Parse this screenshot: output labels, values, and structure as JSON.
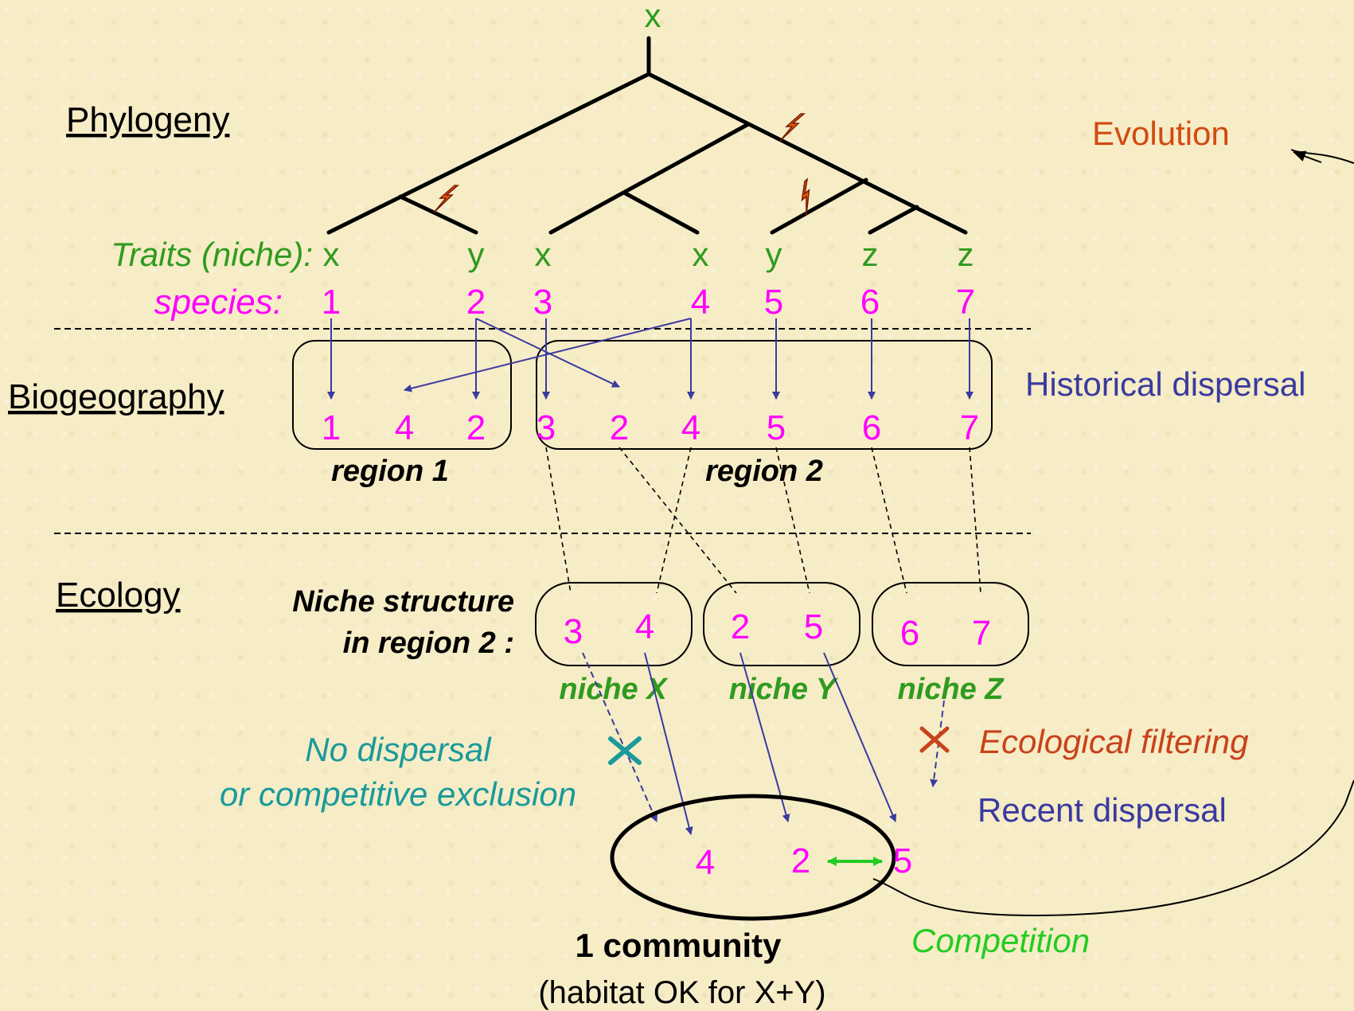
{
  "sections": {
    "phylogeny": "Phylogeny",
    "biogeography": "Biogeography",
    "ecology": "Ecology"
  },
  "root_trait": "x",
  "traits_label": "Traits (niche):",
  "species_label": "species:",
  "traits": [
    "x",
    "y",
    "x",
    "x",
    "y",
    "z",
    "z"
  ],
  "species": [
    "1",
    "2",
    "3",
    "4",
    "5",
    "6",
    "7"
  ],
  "region1": {
    "species": [
      "1",
      "4",
      "2"
    ],
    "label": "region 1"
  },
  "region2": {
    "species": [
      "3",
      "2",
      "4",
      "5",
      "6",
      "7"
    ],
    "label": "region 2"
  },
  "niche_structure": {
    "line1": "Niche structure",
    "line2": "in region 2 :"
  },
  "niches": [
    {
      "species": [
        "3",
        "4"
      ],
      "label": "niche X"
    },
    {
      "species": [
        "2",
        "5"
      ],
      "label": "niche Y"
    },
    {
      "species": [
        "6",
        "7"
      ],
      "label": "niche Z"
    }
  ],
  "community": {
    "species": [
      "4",
      "2",
      "5"
    ],
    "title": "1 community",
    "subtitle": "(habitat OK for X+Y)"
  },
  "annotations": {
    "evolution": "Evolution",
    "historical_dispersal": "Historical dispersal",
    "no_dispersal_line1": "No dispersal",
    "no_dispersal_line2": "or competitive exclusion",
    "ecological_filtering": "Ecological filtering",
    "recent_dispersal": "Recent dispersal",
    "competition": "Competition"
  },
  "colors": {
    "background": "#f6ecc6",
    "trait_green": "#2f9b1f",
    "species_magenta": "#ff00ff",
    "evolution_orange": "#d24a10",
    "dispersal_blue": "#3a3aa0",
    "teal": "#1a9a9a",
    "competition_green": "#22cc22"
  },
  "icons": [
    "lightning-icon",
    "cross-mark-icon",
    "double-arrow-icon"
  ]
}
